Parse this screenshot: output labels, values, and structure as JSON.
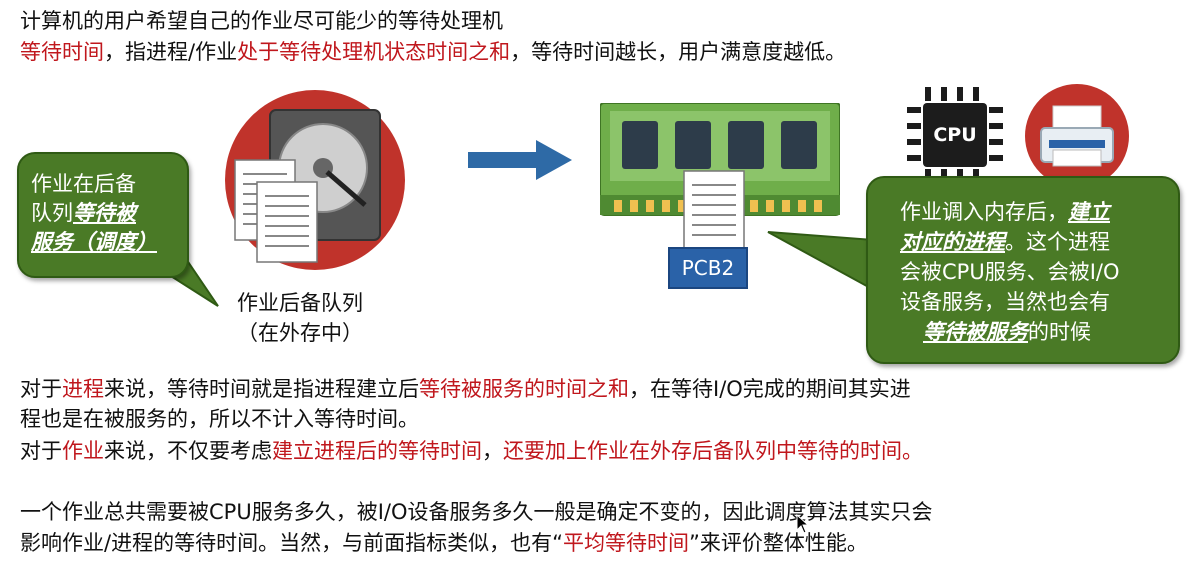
{
  "intro": {
    "line1": "计算机的用户希望自己的作业尽可能少的等待处理机",
    "line2": [
      {
        "text": "等待时间",
        "red": true
      },
      {
        "text": "，指进程/作业",
        "red": false
      },
      {
        "text": "处于等待处理机状态时间之和",
        "red": true
      },
      {
        "text": "，等待时间越长，用户满意度越低。",
        "red": false
      }
    ]
  },
  "left_bubble": {
    "line1": "作业在后备",
    "line2_plain": "队列",
    "line2_emph": "等待被",
    "line3_emph": "服务（调度）"
  },
  "queue_caption": {
    "line1": "作业后备队列",
    "line2": "（在外存中）"
  },
  "pcb_label": "PCB2",
  "cpu_label": "CPU",
  "right_bubble": {
    "l1_plain": "作业调入内存后，",
    "l1_emph": "建立",
    "l2_emph": "对应的进程",
    "l2_plain": "。这个进程",
    "l3": "会被CPU服务、会被I/O",
    "l4": "设备服务，当然也会有",
    "l5_emph": "等待被服务",
    "l5_plain": "的时候"
  },
  "para_process": [
    [
      {
        "text": "对于",
        "red": false
      },
      {
        "text": "进程",
        "red": true
      },
      {
        "text": "来说，等待时间就是指进程建立后",
        "red": false
      },
      {
        "text": "等待被服务的时间之和",
        "red": true
      },
      {
        "text": "，在等待I/O完成的期间其实进",
        "red": false
      }
    ],
    [
      {
        "text": "程也是在被服务的，所以不计入等待时间。",
        "red": false
      }
    ]
  ],
  "para_job": [
    {
      "text": "对于",
      "red": false
    },
    {
      "text": "作业",
      "red": true
    },
    {
      "text": "来说，不仅要考虑",
      "red": false
    },
    {
      "text": "建立进程后的等待时间",
      "red": true
    },
    {
      "text": "，",
      "red": false
    },
    {
      "text": "还要加上作业在外存后备队列中等待的时间。",
      "red": true
    }
  ],
  "para_summary": [
    [
      {
        "text": "一个作业总共需要被CPU服务多久，被I/O设备服务多久一般是确定不变的，因此调度算法其实只会",
        "red": false
      }
    ],
    [
      {
        "text": "影响作业/进程的等待时间。当然，与前面指标类似，也有“",
        "red": false
      },
      {
        "text": "平均等待时间",
        "red": true
      },
      {
        "text": "”来评价整体性能。",
        "red": false
      }
    ]
  ],
  "colors": {
    "red": "#c0171d",
    "bubble_green": "#4a7a26",
    "disk_circle": "#c0332b",
    "pcb_blue": "#2a62a8",
    "arrow_blue": "#2e6aa6"
  }
}
